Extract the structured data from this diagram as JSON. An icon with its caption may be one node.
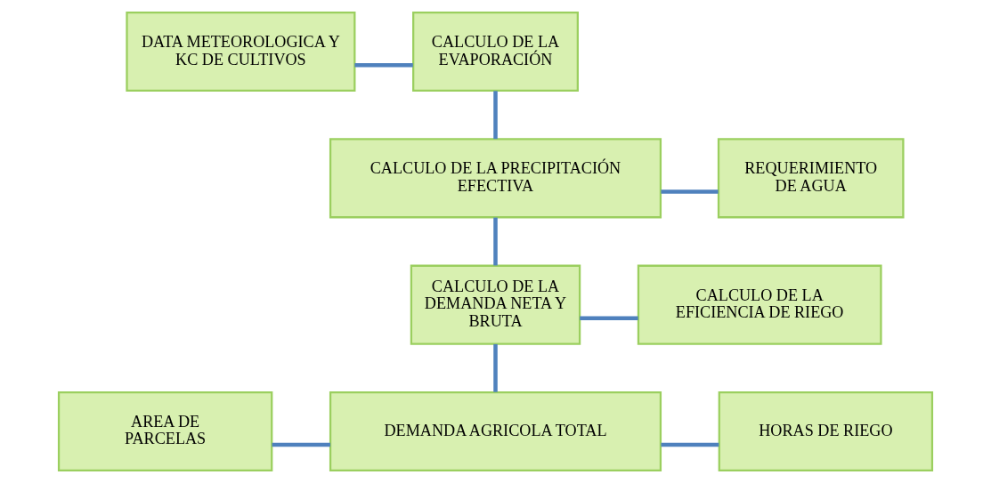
{
  "diagram": {
    "nodes": [
      {
        "text": [
          "DATA METEOROLOGICA Y KC DE CULTIVOS"
        ]
      },
      {
        "text": [
          "CALCULO DE LA EVAPORACIÓN"
        ]
      },
      {
        "text": [
          "CALCULO DE LA PRECIPITACIÓN EFECTIVA"
        ]
      },
      {
        "text": [
          "REQUERIMIENTO DE AGUA"
        ]
      },
      {
        "text": [
          "CALCULO DE LA DEMANDA NETA Y BRUTA"
        ]
      },
      {
        "text": [
          "CALCULO DE LA EFICIENCIA DE RIEGO"
        ]
      },
      {
        "text": [
          "AREA DE PARCELAS"
        ]
      },
      {
        "text": [
          "DEMANDA AGRICOLA TOTAL"
        ]
      },
      {
        "text": [
          "HORAS DE RIEGO"
        ]
      }
    ],
    "edges": [
      {
        "from": 0,
        "to": 1,
        "arrow": "none"
      },
      {
        "from": 1,
        "to": 2,
        "arrow": "none"
      },
      {
        "from": 2,
        "to": 3,
        "arrow": "none"
      },
      {
        "from": 2,
        "to": 4,
        "arrow": "none"
      },
      {
        "from": 4,
        "to": 5,
        "arrow": "none"
      },
      {
        "from": 4,
        "to": 7,
        "arrow": "none"
      },
      {
        "from": 6,
        "to": 7,
        "arrow": "none"
      },
      {
        "from": 7,
        "to": 8,
        "arrow": "none"
      }
    ]
  }
}
